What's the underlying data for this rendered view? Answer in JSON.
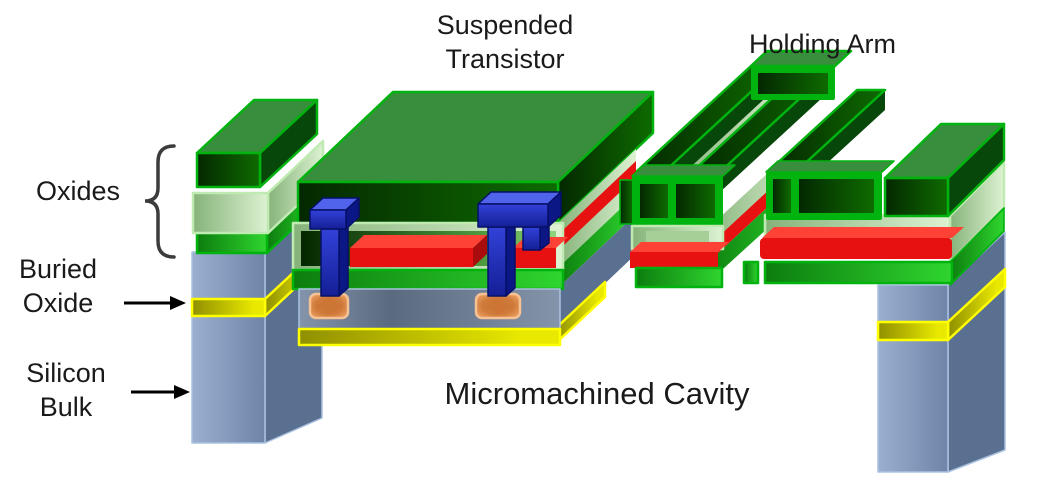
{
  "labels": {
    "suspended_transistor": [
      "Suspended",
      "Transistor"
    ],
    "holding_arm": "Holding Arm",
    "oxides": "Oxides",
    "buried_oxide": [
      "Buried",
      "Oxide"
    ],
    "silicon_bulk": [
      "Silicon",
      "Bulk"
    ],
    "micromachined_cavity": "Micromachined Cavity"
  },
  "colors": {
    "background": "#ffffff",
    "ink": "#1a1a1a",
    "green-border": "#00b30f",
    "green-top": "#388e3c",
    "green-dark-1": "#042800",
    "green-dark-2": "#0e6b00",
    "green-mid-1": "#0c7d0e",
    "green-mid-2": "#2fd52f",
    "pale-border": "#bfeab2",
    "pale-1": "#86b37a",
    "pale-2": "#ddf2d2",
    "interior-1": "#052600",
    "interior-2": "#8fd47f",
    "red": "#e81111",
    "red-top": "#ff4236",
    "red-side": "#a80c0c",
    "blue-1": "#3242d8",
    "blue-2": "#141f96",
    "blue-top": "#4f64ea",
    "blue-side": "#0c1786",
    "blue-border": "#061067",
    "gray-1": "#9bb0d0",
    "gray-2": "#6e84a8",
    "gray-side": "#5a7090",
    "gray-border": "#aac2e0",
    "body-1": "#8494aa",
    "body-2": "#5a6a80",
    "yellow-border": "#ffff00",
    "yellow-1": "#8f8f00",
    "yellow-2": "#e8e800",
    "orange-1": "#efa468",
    "orange-2": "#cf7a3a",
    "orange-border": "#f6c193"
  }
}
